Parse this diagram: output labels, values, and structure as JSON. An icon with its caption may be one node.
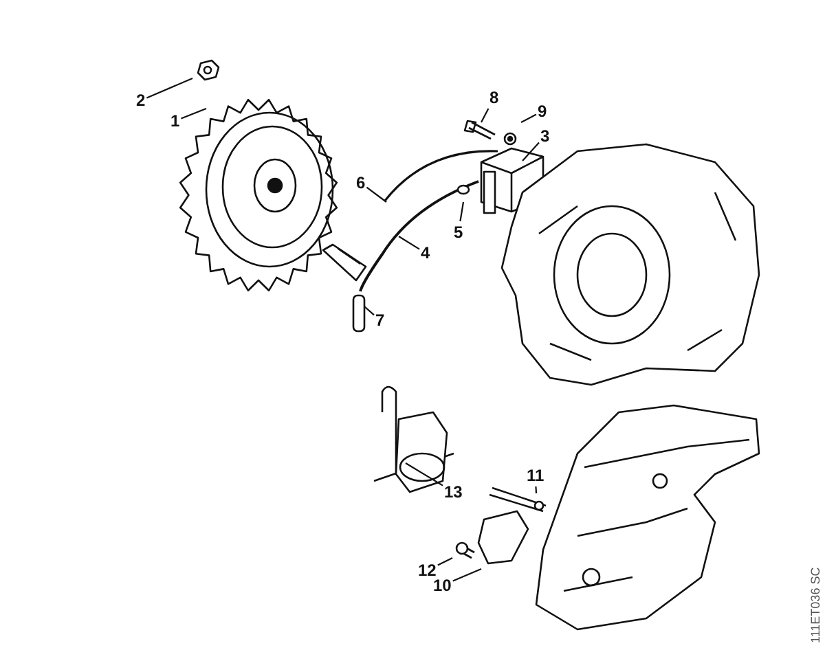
{
  "diagram": {
    "nodes": [
      {
        "text": [
          "1"
        ]
      },
      {
        "text": [
          "2"
        ]
      },
      {
        "text": [
          "3"
        ]
      },
      {
        "text": [
          "4"
        ]
      },
      {
        "text": [
          "5"
        ]
      },
      {
        "text": [
          "6"
        ]
      },
      {
        "text": [
          "7"
        ]
      },
      {
        "text": [
          "8"
        ]
      },
      {
        "text": [
          "9"
        ]
      },
      {
        "text": [
          "10"
        ]
      },
      {
        "text": [
          "11"
        ]
      },
      {
        "text": [
          "12"
        ]
      },
      {
        "text": [
          "13"
        ]
      }
    ],
    "edges": [
      {
        "from": 0,
        "to": null,
        "arrow": "none"
      },
      {
        "from": 1,
        "to": null,
        "arrow": "none"
      },
      {
        "from": 2,
        "to": null,
        "arrow": "none"
      },
      {
        "from": 3,
        "to": null,
        "arrow": "none"
      },
      {
        "from": 4,
        "to": null,
        "arrow": "none"
      },
      {
        "from": 5,
        "to": null,
        "arrow": "none"
      },
      {
        "from": 6,
        "to": null,
        "arrow": "none"
      },
      {
        "from": 7,
        "to": null,
        "arrow": "none"
      },
      {
        "from": 8,
        "to": null,
        "arrow": "none"
      },
      {
        "from": 9,
        "to": null,
        "arrow": "none"
      },
      {
        "from": 10,
        "to": null,
        "arrow": "none"
      },
      {
        "from": 11,
        "to": null,
        "arrow": "none"
      },
      {
        "from": 12,
        "to": null,
        "arrow": "none"
      }
    ],
    "labels": [
      "111ET036 SC"
    ]
  }
}
